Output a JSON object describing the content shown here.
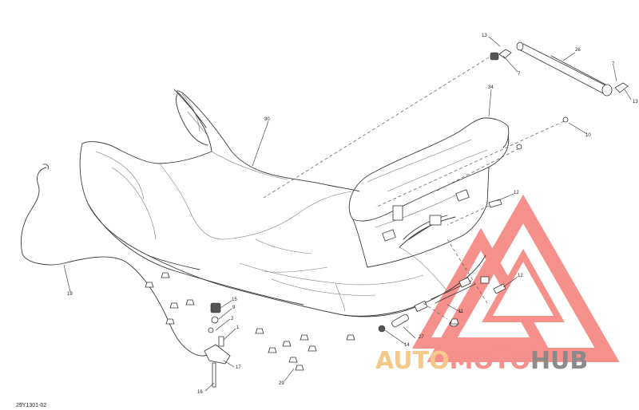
{
  "diagram": {
    "document_id": "29Y1301-02",
    "callouts": [
      {
        "id": "c13a",
        "text": "13"
      },
      {
        "id": "c26",
        "text": "26"
      },
      {
        "id": "c7a",
        "text": "7"
      },
      {
        "id": "c7b",
        "text": "7"
      },
      {
        "id": "c13b",
        "text": "13"
      },
      {
        "id": "c34",
        "text": "34"
      },
      {
        "id": "c30",
        "text": "30"
      },
      {
        "id": "c10",
        "text": "10"
      },
      {
        "id": "c12a",
        "text": "12"
      },
      {
        "id": "c12b",
        "text": "12"
      },
      {
        "id": "c19",
        "text": "19"
      },
      {
        "id": "c15",
        "text": "15"
      },
      {
        "id": "c9",
        "text": "9"
      },
      {
        "id": "c2",
        "text": "2"
      },
      {
        "id": "c1",
        "text": "1"
      },
      {
        "id": "c11",
        "text": "11"
      },
      {
        "id": "c27",
        "text": "27"
      },
      {
        "id": "c14",
        "text": "14"
      },
      {
        "id": "c17",
        "text": "17"
      },
      {
        "id": "c16",
        "text": "16"
      },
      {
        "id": "c29",
        "text": "29"
      }
    ]
  },
  "watermark": {
    "part1": "AUTO",
    "part2": "MOTO",
    "part3": "HUB",
    "colors": {
      "auto": "#f5c98a",
      "moto": "#f4918a",
      "hub": "#8a8a8a",
      "triangle": "#f26b63"
    }
  }
}
